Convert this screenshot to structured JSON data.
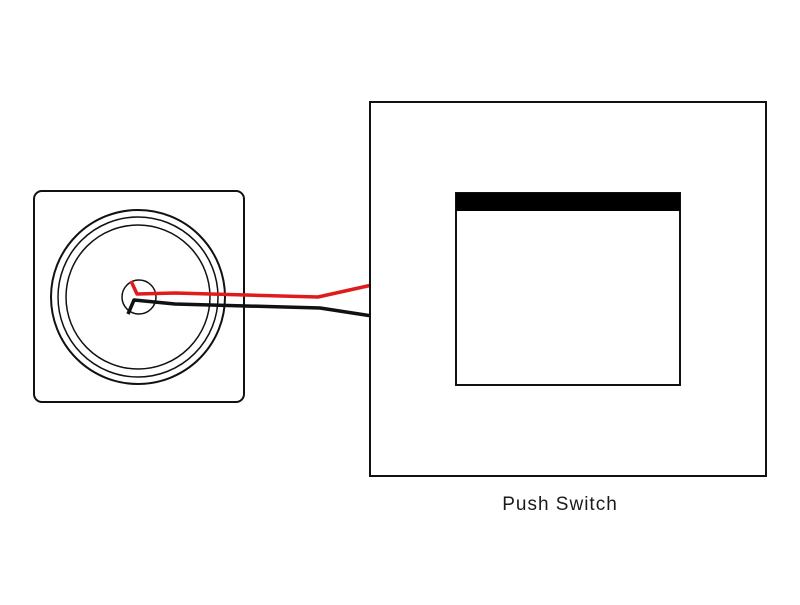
{
  "diagram": {
    "caption": "Push Switch",
    "colors": {
      "outline": "#111111",
      "background": "#ffffff",
      "wire_positive": "#e01b1b",
      "wire_negative": "#111111",
      "button_face": "#ffffff",
      "button_cap": "#000000"
    },
    "components": [
      "speaker",
      "push-switch"
    ],
    "wires": [
      "red",
      "black"
    ]
  }
}
